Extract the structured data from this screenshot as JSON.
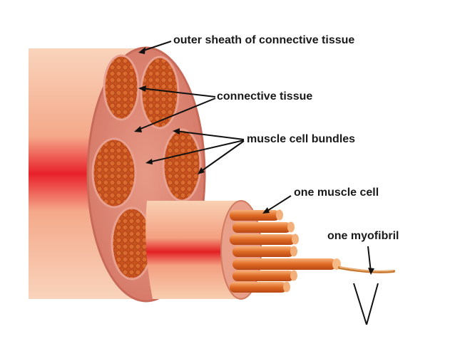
{
  "labels": {
    "outer_sheath": "outer sheath of connective tissue",
    "connective_tissue": "connective tissue",
    "muscle_cell_bundles": "muscle cell bundles",
    "one_muscle_cell": "one muscle cell",
    "one_myofibril": "one myofibril"
  },
  "colors": {
    "muscle_light": "#f6c2a2",
    "muscle_core": "#e8202a",
    "sheath": "#d88070",
    "bundle": "#c8501e",
    "fibril": "#e0742a"
  }
}
